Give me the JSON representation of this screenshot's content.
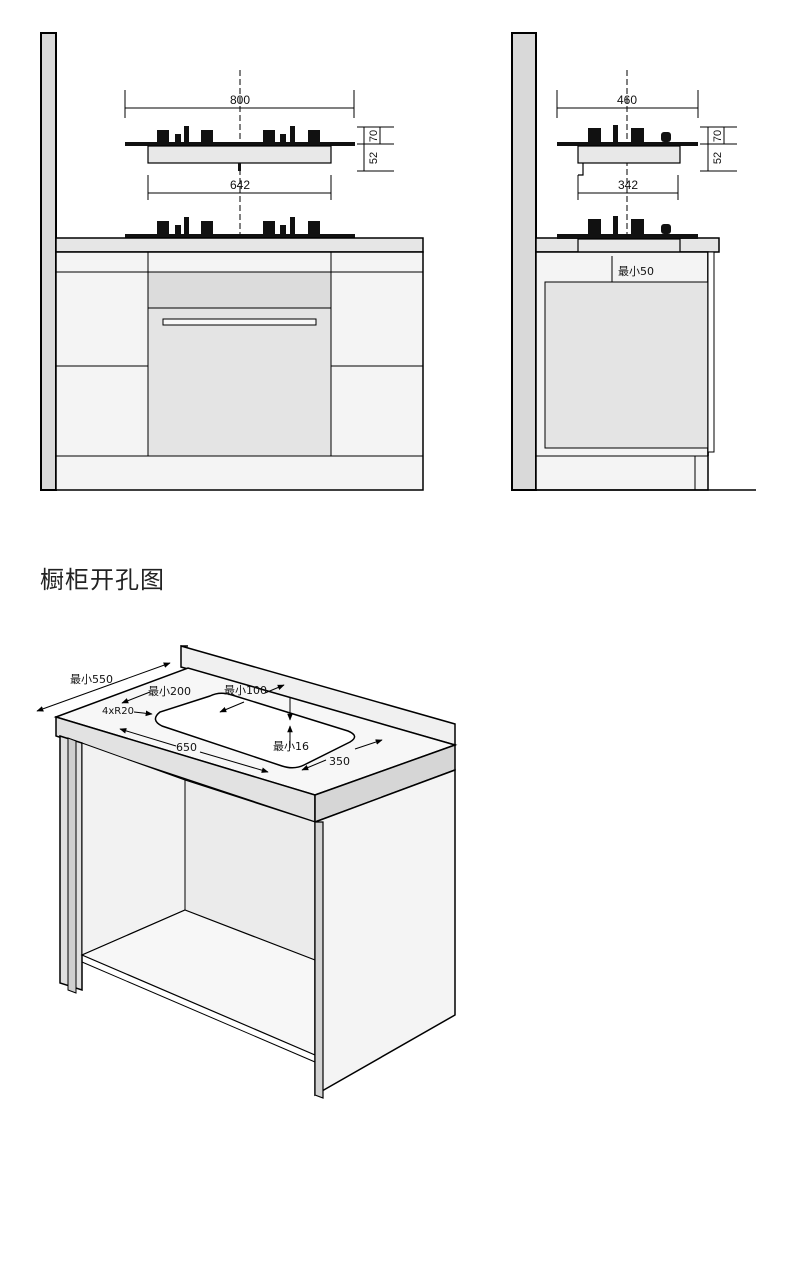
{
  "front_view": {
    "width_label": "800",
    "cutout_label": "642",
    "height_upper_label": "70",
    "height_lower_label": "52"
  },
  "side_view": {
    "width_label": "460",
    "cutout_label": "342",
    "height_upper_label": "70",
    "height_lower_label": "52",
    "min_clearance_label": "最小50"
  },
  "section": {
    "title": "橱柜开孔图"
  },
  "cutout_diagram": {
    "depth_label": "最小550",
    "front_margin_label": "最小200",
    "back_margin_label": "最小100",
    "corner_radius_label": "4xR20",
    "cut_length_label": "650",
    "cut_width_label": "350",
    "min_thickness_label": "最小16"
  }
}
